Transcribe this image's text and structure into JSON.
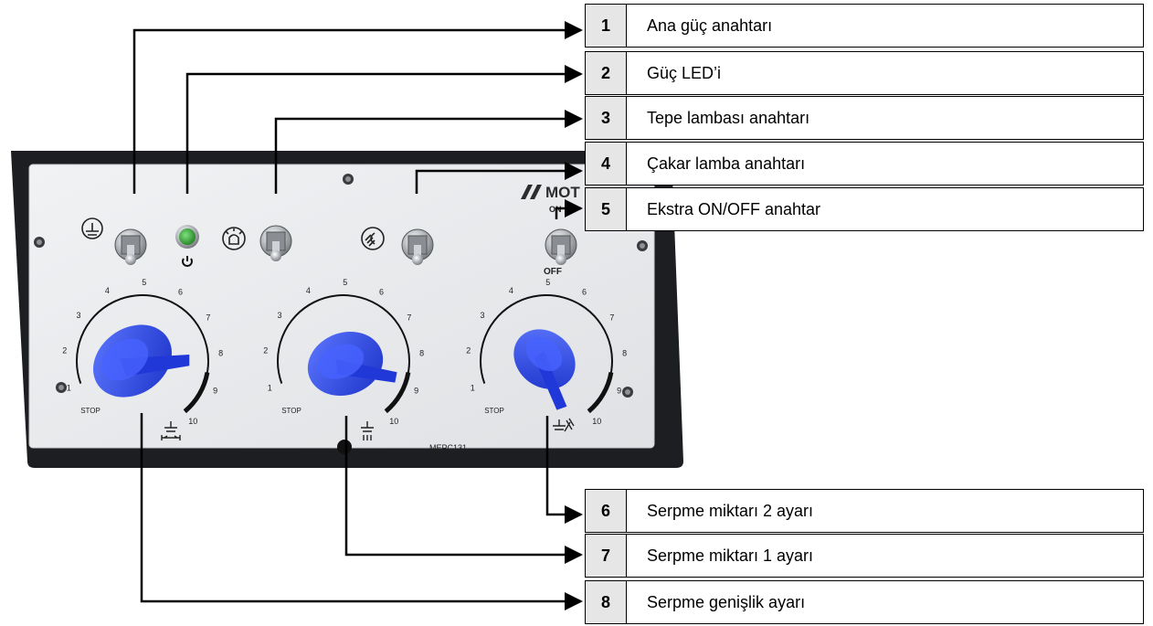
{
  "callouts": [
    {
      "num": "1",
      "label": "Ana güç anahtarı"
    },
    {
      "num": "2",
      "label": "Güç LED’i"
    },
    {
      "num": "3",
      "label": "Tepe lambası anahtarı"
    },
    {
      "num": "4",
      "label": "Çakar lamba anahtarı"
    },
    {
      "num": "5",
      "label": "Ekstra ON/OFF anahtar"
    },
    {
      "num": "6",
      "label": "Serpme miktarı 2 ayarı"
    },
    {
      "num": "7",
      "label": "Serpme miktarı 1 ayarı"
    },
    {
      "num": "8",
      "label": "Serpme genişlik ayarı"
    }
  ],
  "panel": {
    "brand": "MOT",
    "switch_on_label": "ON",
    "switch_off_label": "OFF",
    "model": "MEPC131",
    "dial_stop_label": "STOP",
    "dial_scale": [
      "1",
      "2",
      "3",
      "4",
      "5",
      "6",
      "7",
      "8",
      "9",
      "10"
    ],
    "knob_color": "#2b45e6",
    "led_color": "#2fa82f"
  }
}
